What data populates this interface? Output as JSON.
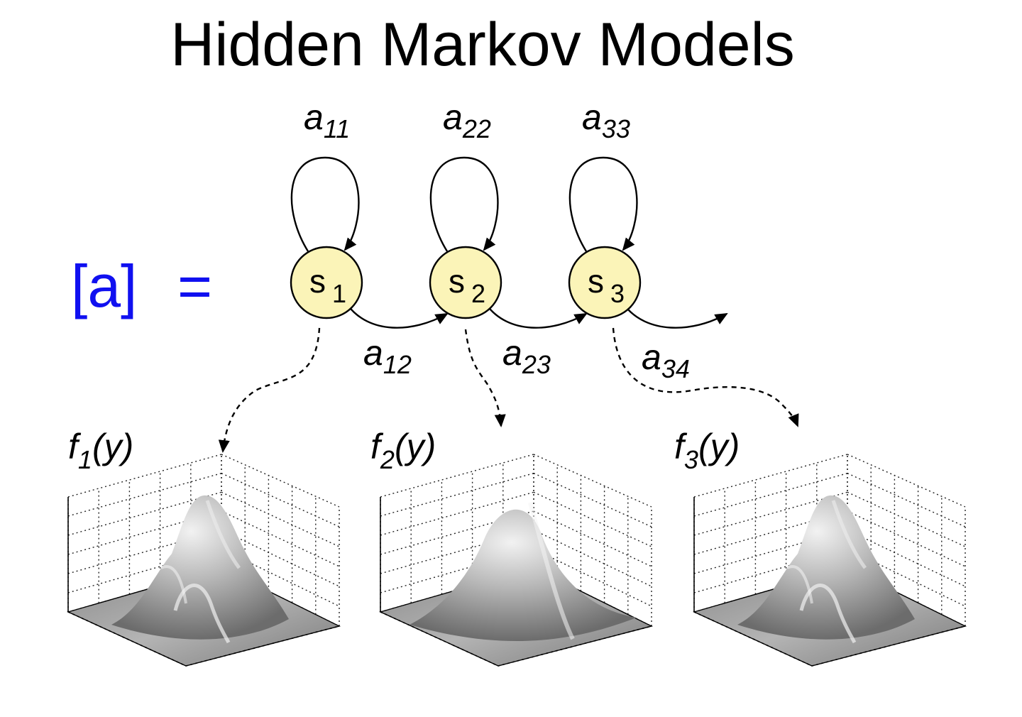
{
  "title": "Hidden Markov Models",
  "matrix": {
    "label": "[a]",
    "equals": "=",
    "color": "#1010f0"
  },
  "state_fill": "#fbf4b8",
  "states": [
    {
      "name": "s",
      "index": "1"
    },
    {
      "name": "s",
      "index": "2"
    },
    {
      "name": "s",
      "index": "3"
    }
  ],
  "self_transitions": [
    {
      "symbol": "a",
      "subscript": "11"
    },
    {
      "symbol": "a",
      "subscript": "22"
    },
    {
      "symbol": "a",
      "subscript": "33"
    }
  ],
  "forward_transitions": [
    {
      "symbol": "a",
      "subscript": "12"
    },
    {
      "symbol": "a",
      "subscript": "23"
    },
    {
      "symbol": "a",
      "subscript": "34"
    }
  ],
  "emissions": [
    {
      "func": "f",
      "subscript": "1",
      "arg": "(y)",
      "shape": "multi-peak"
    },
    {
      "func": "f",
      "subscript": "2",
      "arg": "(y)",
      "shape": "single-peak"
    },
    {
      "func": "f",
      "subscript": "3",
      "arg": "(y)",
      "shape": "multi-peak"
    }
  ]
}
